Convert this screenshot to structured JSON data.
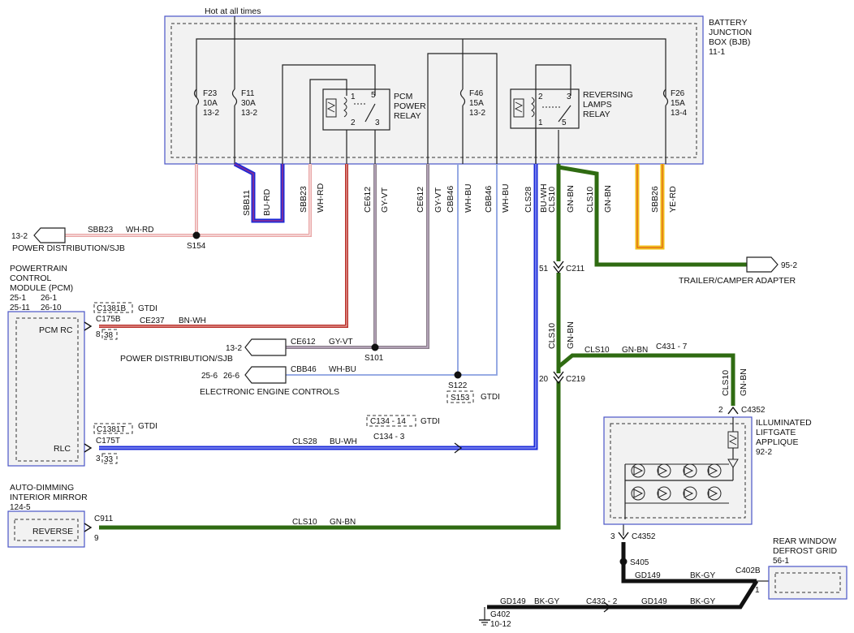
{
  "bjb": {
    "hot_label": "Hot at all times",
    "title": [
      "BATTERY",
      "JUNCTION",
      "BOX (BJB)",
      "11-1"
    ],
    "fuses": [
      {
        "id": "F23",
        "rating": "10A",
        "ref": "13-2"
      },
      {
        "id": "F11",
        "rating": "30A",
        "ref": "13-2"
      },
      {
        "id": "F46",
        "rating": "15A",
        "ref": "13-2"
      },
      {
        "id": "F26",
        "rating": "15A",
        "ref": "13-4"
      }
    ],
    "pcm_relay": [
      "PCM",
      "POWER",
      "RELAY"
    ],
    "pcm_relay_pins": [
      "1",
      "2",
      "3",
      "5"
    ],
    "rev_relay": [
      "REVERSING",
      "LAMPS",
      "RELAY"
    ],
    "rev_relay_pins": [
      "2",
      "1",
      "3",
      "5"
    ]
  },
  "vertical_labels": {
    "sbb11": "SBB11",
    "bu_rd": "BU-RD",
    "sbb23": "SBB23",
    "wh_rd": "WH-RD",
    "ce612a": "CE612",
    "gy_vt_a": "GY-VT",
    "ce612b": "CE612",
    "gy_vt_b": "GY-VT",
    "cbb46a": "CBB46",
    "wh_bu_a": "WH-BU",
    "cbb46b": "CBB46",
    "wh_bu_b": "WH-BU",
    "cls28": "CLS28",
    "bu_wh": "BU-WH",
    "cls10a": "CLS10",
    "gn_bn_a": "GN-BN",
    "cls10b": "CLS10",
    "gn_bn_b": "GN-BN",
    "sbb26": "SBB26",
    "ye_rd": "YE-RD",
    "cls10c": "CLS10",
    "gn_bn_c": "GN-BN",
    "cls10d": "CLS10",
    "gn_bn_d": "GN-BN"
  },
  "power_dist_1": {
    "ref": "13-2",
    "label": "POWER DISTRIBUTION/SJB",
    "circuit": "SBB23",
    "color": "WH-RD",
    "splice": "S154"
  },
  "trailer": {
    "ref": "95-2",
    "label": "TRAILER/CAMPER ADAPTER"
  },
  "c211": {
    "pin": "51",
    "name": "C211"
  },
  "c219": {
    "pin": "20",
    "name": "C219"
  },
  "pcm": {
    "title": [
      "POWERTRAIN",
      "CONTROL",
      "MODULE (PCM)"
    ],
    "refs": [
      "25-1",
      "26-1",
      "25-11",
      "26-10"
    ],
    "pin1_label": "PCM RC",
    "pin2_label": "RLC",
    "c1381b": "C1381B",
    "gtdi_1": "GTDI",
    "c175b": "C175B",
    "pin_8": "8",
    "pin_38": "38",
    "c1381t": "C1381T",
    "gtdi_2": "GTDI",
    "c175t": "C175T",
    "pin_3": "3",
    "pin_33": "33"
  },
  "ce237": {
    "circuit": "CE237",
    "color": "BN-WH"
  },
  "power_dist_2": {
    "ref": "13-2",
    "label": "POWER DISTRIBUTION/SJB",
    "circuit": "CE612",
    "color": "GY-VT",
    "splice": "S101"
  },
  "eec": {
    "ref1": "25-6",
    "ref2": "26-6",
    "label": "ELECTRONIC ENGINE CONTROLS",
    "circuit": "CBB46",
    "color": "WH-BU",
    "splice": "S122",
    "s153": "S153",
    "gtdi": "GTDI"
  },
  "c431": {
    "circuit": "CLS10",
    "color": "GN-BN",
    "name": "C431 - 7"
  },
  "c4352_top": {
    "pin": "2",
    "name": "C4352"
  },
  "applique": {
    "title": [
      "ILLUMINATED",
      "LIFTGATE",
      "APPLIQUE"
    ],
    "ref": "92-2"
  },
  "c134": {
    "box": "C134 - 14",
    "gtdi": "GTDI",
    "name": "C134 - 3"
  },
  "cls28_wire": {
    "circuit": "CLS28",
    "color": "BU-WH"
  },
  "mirror": {
    "title": [
      "AUTO-DIMMING",
      "INTERIOR MIRROR"
    ],
    "ref": "124-5",
    "label": "REVERSE",
    "conn": "C911",
    "pin": "9"
  },
  "cls10_wire": {
    "circuit": "CLS10",
    "color": "GN-BN"
  },
  "c4352_bot": {
    "pin": "3",
    "name": "C4352"
  },
  "s405": "S405",
  "defrost": {
    "title": [
      "REAR WINDOW",
      "DEFROST GRID"
    ],
    "ref": "56-1",
    "conn": "C402B",
    "pin": "1"
  },
  "gd149_a": {
    "circuit": "GD149",
    "color": "BK-GY"
  },
  "gd149_b": {
    "circuit": "GD149",
    "color": "BK-GY"
  },
  "gd149_c": {
    "circuit": "GD149",
    "color": "BK-GY"
  },
  "c432": "C432 - 2",
  "ground": {
    "name": "G402",
    "ref": "10-12"
  },
  "colors": {
    "red": "#b8302a",
    "pink": "#e9a6a6",
    "blue": "#1a2ad8",
    "purple": "#7b2e9e",
    "gray": "#8a7e8a",
    "green": "#2f6b12",
    "yellow": "#f2c21a",
    "black": "#111111",
    "lightblue": "#8aa0e0"
  }
}
